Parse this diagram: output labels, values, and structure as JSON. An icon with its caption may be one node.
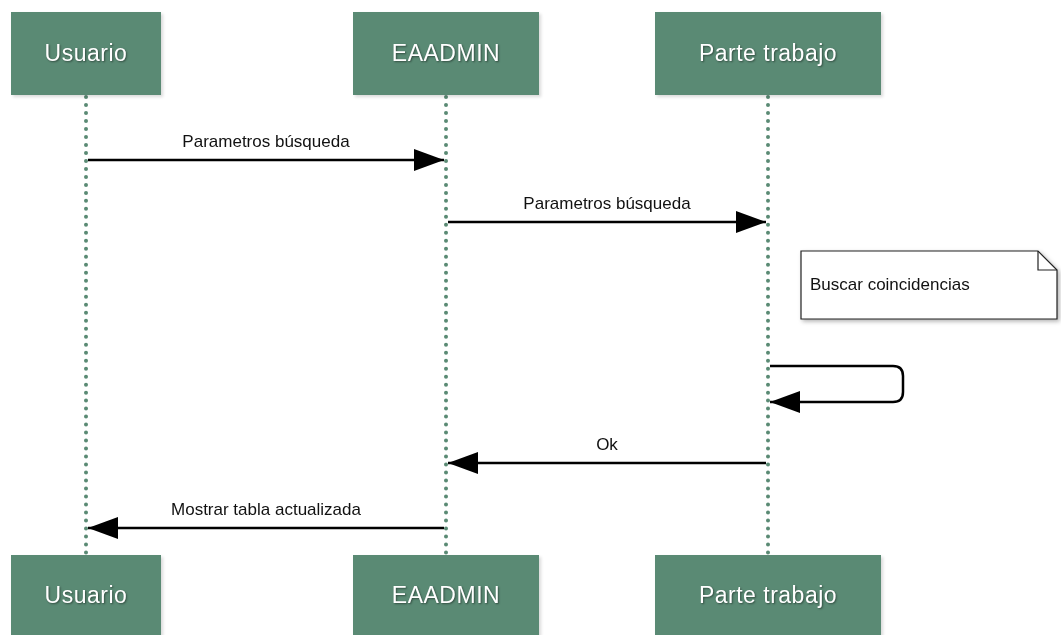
{
  "diagram": {
    "nodes": [
      {
        "text": [
          "Usuario"
        ]
      },
      {
        "text": [
          "EAADMIN"
        ]
      },
      {
        "text": [
          "Parte trabajo"
        ]
      },
      {
        "text": [
          "Buscar coincidencias"
        ]
      },
      {
        "text": [
          "Usuario"
        ]
      },
      {
        "text": [
          "EAADMIN"
        ]
      },
      {
        "text": [
          "Parte trabajo"
        ]
      },
      {
        "text": [],
        "shape": "line"
      },
      {
        "text": [],
        "shape": "line"
      },
      {
        "text": [],
        "shape": "line"
      }
    ],
    "edges": [
      {
        "from": 7,
        "to": 8,
        "arrow": "to",
        "label": "Parametros búsqueda"
      },
      {
        "from": 8,
        "to": 9,
        "arrow": "to",
        "label": "Parametros búsqueda"
      },
      {
        "from": 9,
        "to": 9,
        "arrow": "to"
      },
      {
        "from": 9,
        "to": 8,
        "arrow": "to",
        "label": "Ok"
      },
      {
        "from": 8,
        "to": 7,
        "arrow": "to",
        "label": "Mostrar tabla actualizada"
      }
    ]
  }
}
